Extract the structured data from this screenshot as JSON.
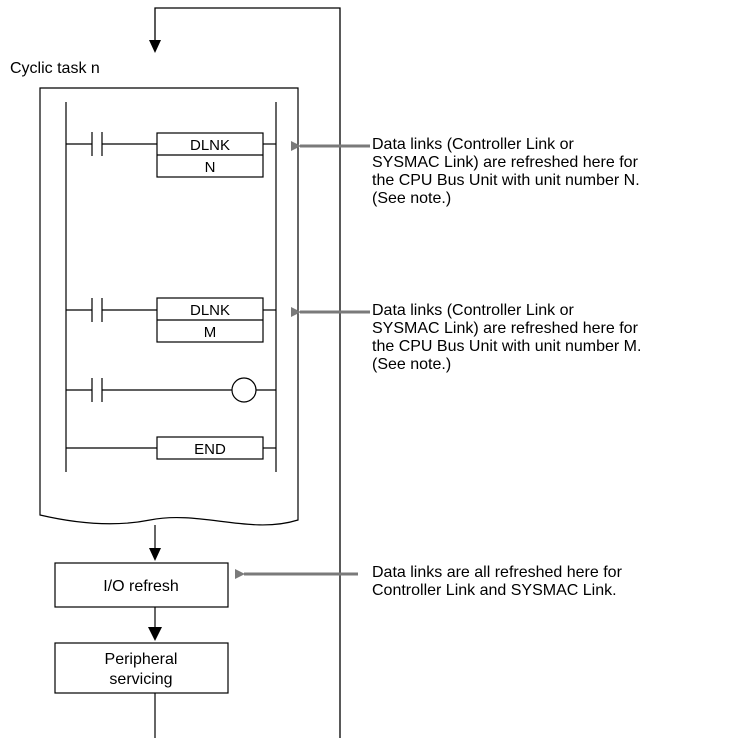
{
  "task_label": "Cyclic task n",
  "ladder": {
    "rung1_instruction": "DLNK",
    "rung1_operand": "N",
    "rung2_instruction": "DLNK",
    "rung2_operand": "M",
    "end_instruction": "END"
  },
  "process_boxes": {
    "io_refresh": "I/O refresh",
    "peripheral_servicing": "Peripheral\nservicing"
  },
  "annotations": {
    "note_n": "Data links (Controller Link or\nSYSMAC Link) are refreshed here for\nthe CPU Bus Unit with unit number N.\n(See note.)",
    "note_m": "Data links (Controller Link or\nSYSMAC Link) are refreshed here for\nthe CPU Bus Unit with unit number M.\n(See note.)",
    "note_io": "Data links are all refreshed here for\nController Link and SYSMAC Link."
  }
}
